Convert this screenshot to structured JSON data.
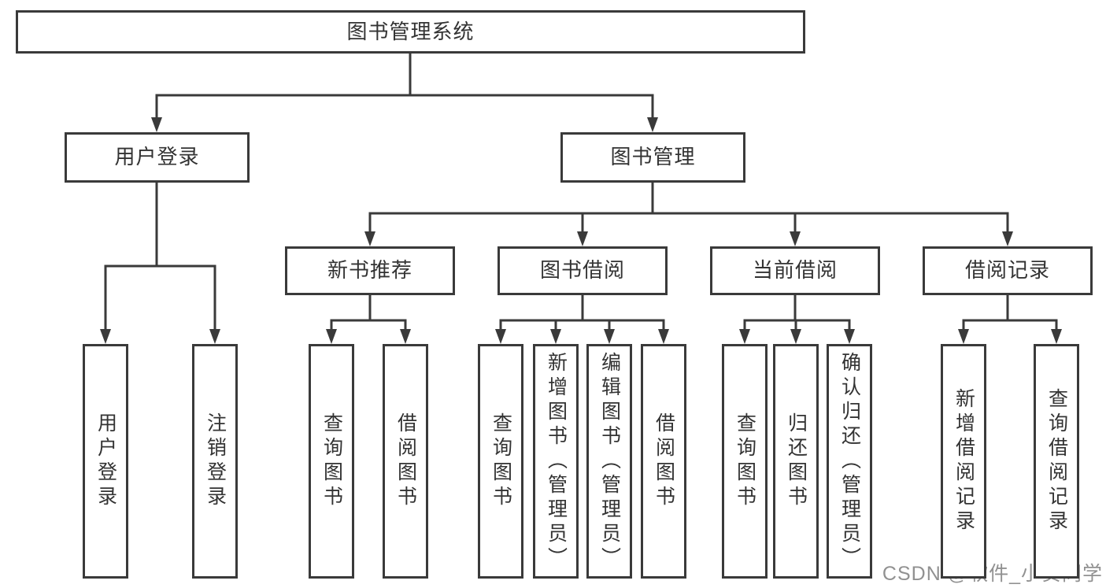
{
  "diagram": {
    "title": "图书管理系统",
    "watermark": "CSDN @软件_小贺同学",
    "colors": {
      "background": "#ffffff",
      "line": "#3a3a3a",
      "box_border": "#3a3a3a",
      "text": "#333333",
      "watermark": "#919191"
    },
    "nodes": [
      {
        "id": "root",
        "label": "图书管理系统",
        "level": 1,
        "parent": null
      },
      {
        "id": "user-login",
        "label": "用户登录",
        "level": 2,
        "parent": "root"
      },
      {
        "id": "book-management",
        "label": "图书管理",
        "level": 2,
        "parent": "root"
      },
      {
        "id": "user-login-leaf",
        "label": "用户登录",
        "level": 4,
        "parent": "user-login"
      },
      {
        "id": "logout-leaf",
        "label": "注销登录",
        "level": 4,
        "parent": "user-login"
      },
      {
        "id": "new-book-recommend",
        "label": "新书推荐",
        "level": 3,
        "parent": "book-management"
      },
      {
        "id": "book-borrowing",
        "label": "图书借阅",
        "level": 3,
        "parent": "book-management"
      },
      {
        "id": "current-borrowing",
        "label": "当前借阅",
        "level": 3,
        "parent": "book-management"
      },
      {
        "id": "borrowing-records",
        "label": "借阅记录",
        "level": 3,
        "parent": "book-management"
      },
      {
        "id": "nbr-query-books",
        "label": "查询图书",
        "level": 4,
        "parent": "new-book-recommend"
      },
      {
        "id": "nbr-borrow-books",
        "label": "借阅图书",
        "level": 4,
        "parent": "new-book-recommend"
      },
      {
        "id": "bb-query-books",
        "label": "查询图书",
        "level": 4,
        "parent": "book-borrowing"
      },
      {
        "id": "bb-add-books",
        "label": "新增图书（管理员）",
        "level": 4,
        "parent": "book-borrowing"
      },
      {
        "id": "bb-edit-books",
        "label": "编辑图书（管理员）",
        "level": 4,
        "parent": "book-borrowing"
      },
      {
        "id": "bb-borrow-books",
        "label": "借阅图书",
        "level": 4,
        "parent": "book-borrowing"
      },
      {
        "id": "cb-query-books",
        "label": "查询图书",
        "level": 4,
        "parent": "current-borrowing"
      },
      {
        "id": "cb-return-books",
        "label": "归还图书",
        "level": 4,
        "parent": "current-borrowing"
      },
      {
        "id": "cb-confirm-return",
        "label": "确认归还（管理员）",
        "level": 4,
        "parent": "current-borrowing"
      },
      {
        "id": "br-add-record",
        "label": "新增借阅记录",
        "level": 4,
        "parent": "borrowing-records"
      },
      {
        "id": "br-query-record",
        "label": "查询借阅记录",
        "level": 4,
        "parent": "borrowing-records"
      }
    ]
  }
}
